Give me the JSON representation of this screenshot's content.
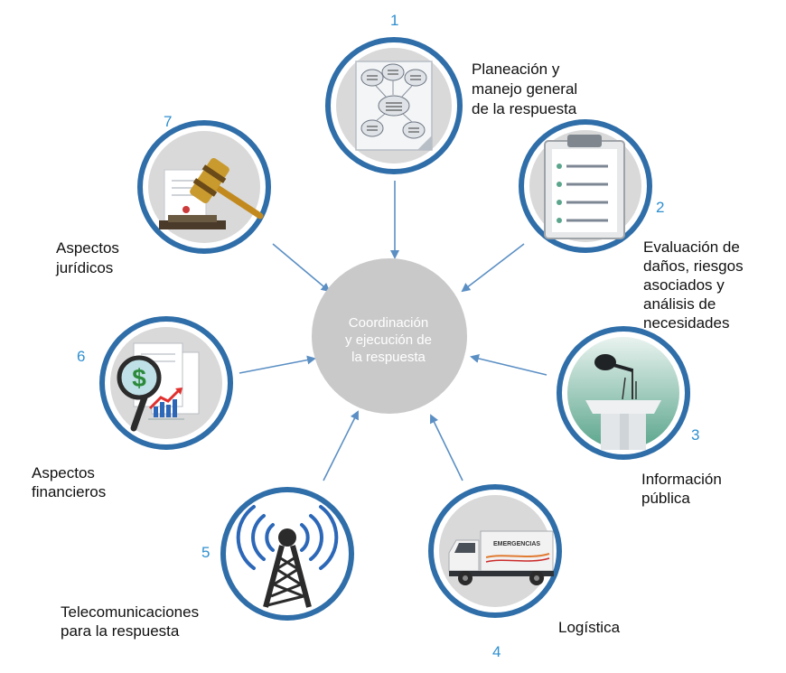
{
  "center": {
    "line1": "Coordinación",
    "line2": "y ejecución de",
    "line3": "la respuesta"
  },
  "nodes": [
    {
      "number": "1",
      "lines": [
        "Planeación y",
        "manejo general",
        "de la respuesta"
      ],
      "icon": "flowchart-document-icon"
    },
    {
      "number": "2",
      "lines": [
        "Evaluación de",
        "daños, riesgos",
        "asociados y",
        "análisis de",
        "necesidades"
      ],
      "icon": "clipboard-checklist-icon"
    },
    {
      "number": "3",
      "lines": [
        "Información",
        "pública"
      ],
      "icon": "microphone-podium-icon"
    },
    {
      "number": "4",
      "lines": [
        "Logística"
      ],
      "icon": "emergency-truck-icon"
    },
    {
      "number": "5",
      "lines": [
        "Telecomunicaciones",
        "para la respuesta"
      ],
      "icon": "radio-tower-icon"
    },
    {
      "number": "6",
      "lines": [
        "Aspectos",
        "financieros"
      ],
      "icon": "financial-magnifier-icon"
    },
    {
      "number": "7",
      "lines": [
        "Aspectos",
        "jurídicos"
      ],
      "icon": "gavel-icon"
    }
  ],
  "truck_text": "EMERGENCIAS",
  "colors": {
    "ring": "#2f6ea8",
    "accent_number": "#2e8fd0",
    "center_fill": "#c9c9c9",
    "arrow": "#5b8fc4",
    "icon_bg": "#d9d9d9"
  }
}
